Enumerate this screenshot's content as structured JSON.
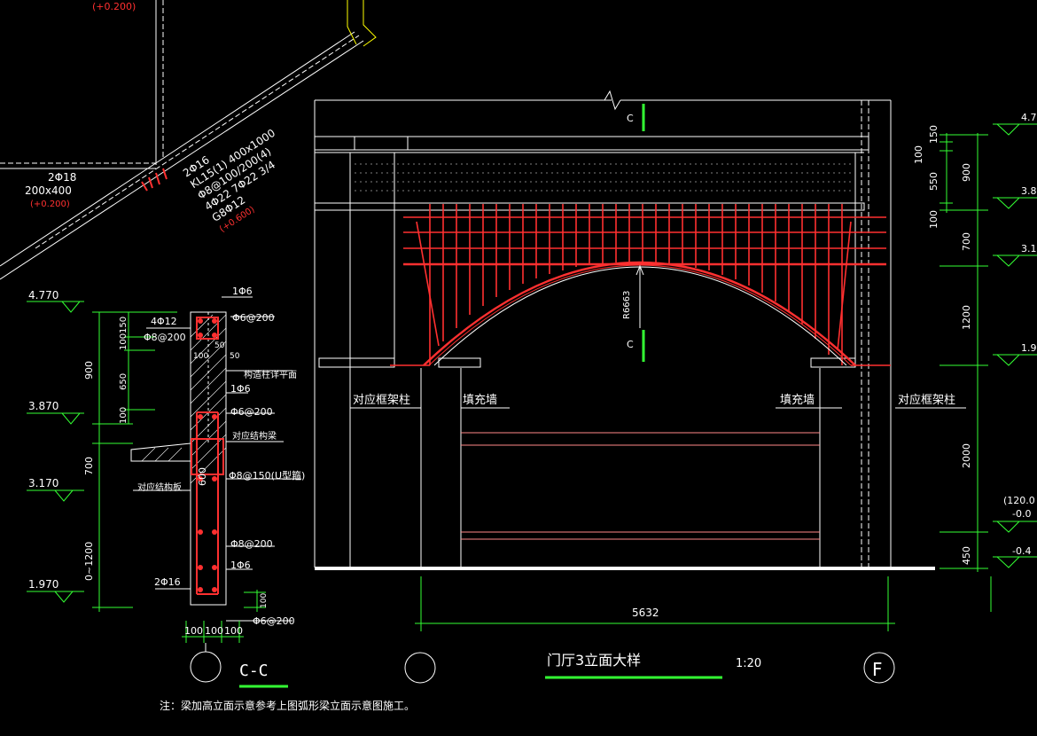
{
  "colors": {
    "background": "#000000",
    "white": "#ffffff",
    "red": "#ff3030",
    "green": "#33ff33",
    "yellow": "#ffff00",
    "darkred": "#c00000"
  },
  "plan": {
    "top_elev_red": "(+0.200)",
    "left_rebar": "2Φ18",
    "left_size": "200x400",
    "left_elev_red": "(+0.200)",
    "beam_rebar_top": "2Φ16",
    "beam_label": "KL15(1) 400x1000",
    "beam_stirrup": "Φ8@100/200(4)",
    "beam_bottom": "4Φ22 7Φ22 3/4",
    "beam_side": "G8Φ12",
    "beam_elev_red": "(+0.600)"
  },
  "section_cc": {
    "title": "C-C",
    "elevations": [
      "4.770",
      "3.870",
      "3.170",
      "1.970"
    ],
    "dims": [
      "900",
      "700",
      "0~1200",
      "150",
      "100",
      "650",
      "100",
      "600"
    ],
    "bottom_dims": [
      "100",
      "100",
      "100"
    ],
    "small_dims": [
      "100",
      "50",
      "50",
      "100"
    ],
    "labels": {
      "r1": "1Φ6",
      "r2": "Φ6@200",
      "r3": "4Φ12",
      "r4": "Φ8@200",
      "r5": "构造柱详平面",
      "r6": "1Φ6",
      "r7": "Φ6@200",
      "r8": "对应结构梁",
      "r9": "Φ8@150(U型箍)",
      "r10": "对应结构板",
      "r11": "Φ8@200",
      "r12": "1Φ6",
      "r13": "2Φ16",
      "r14": "Φ6@200"
    },
    "note": "注：梁加高立面示意参考上图弧形梁立面示意图施工。"
  },
  "elevation": {
    "title": "门厅3立面大样",
    "scale": "1:20",
    "section_mark": "C",
    "radius": "R6663",
    "labels": {
      "left_col": "对应框架柱",
      "left_wall": "填充墙",
      "right_wall": "填充墙",
      "right_col": "对应框架柱"
    },
    "width_dim": "5632",
    "right_dims": [
      "150",
      "100",
      "550",
      "900",
      "100",
      "700",
      "1200",
      "2000",
      "450"
    ],
    "right_elevs": [
      "4.7",
      "3.8",
      "3.1",
      "1.9",
      "(120.0",
      "-0.0",
      "-0.4"
    ],
    "grid_f": "F"
  }
}
